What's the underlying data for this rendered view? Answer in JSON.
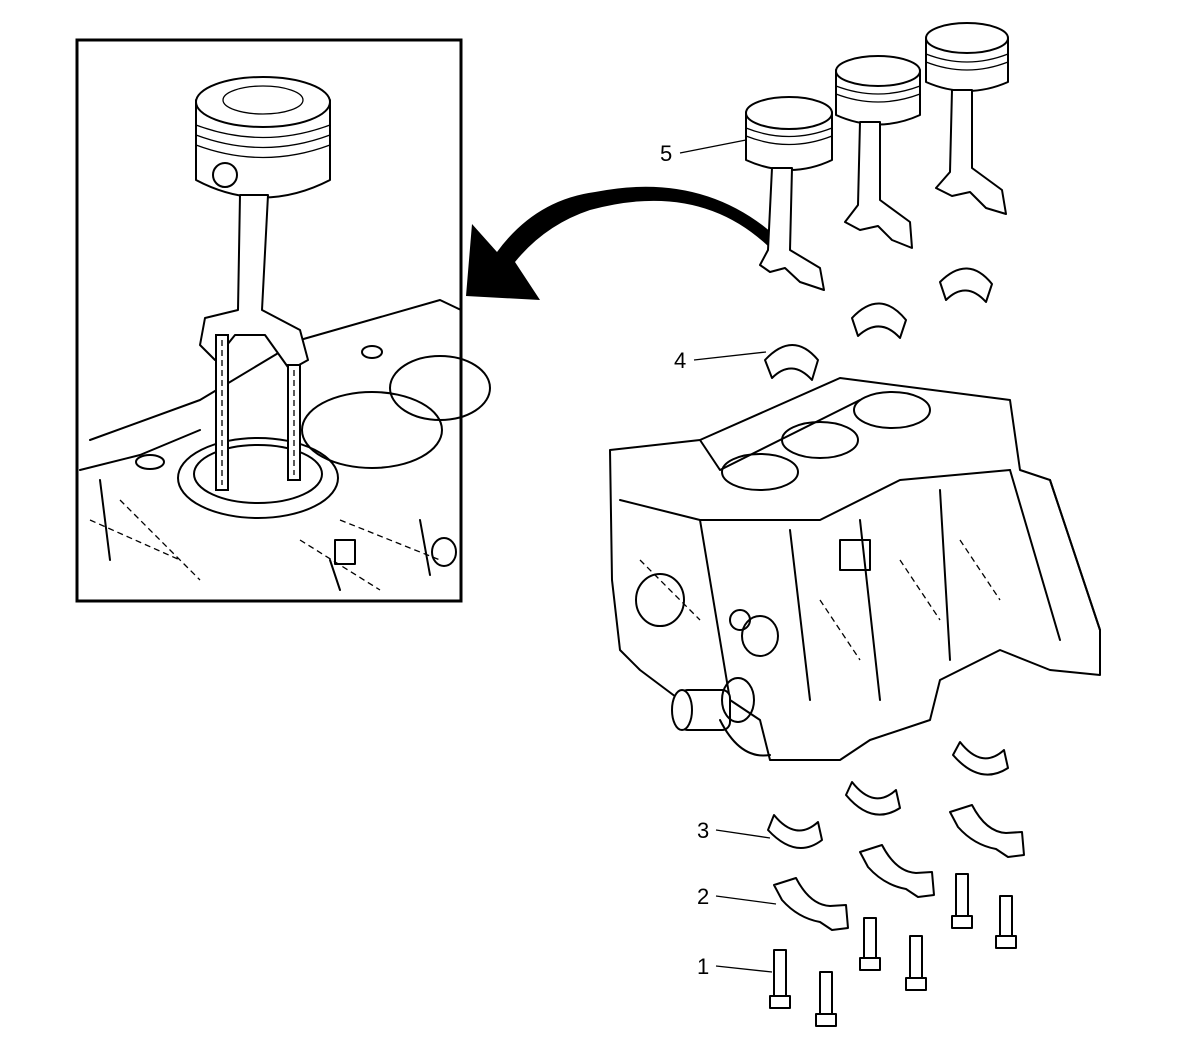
{
  "diagram": {
    "callouts": [
      {
        "id": "1",
        "text": "1"
      },
      {
        "id": "2",
        "text": "2"
      },
      {
        "id": "3",
        "text": "3"
      },
      {
        "id": "4",
        "text": "4"
      },
      {
        "id": "5",
        "text": "5"
      }
    ],
    "icons": {
      "detail_inset": "piston-rod-guide-detail",
      "arrow": "curved-arrow-left",
      "block": "engine-block-icon",
      "pistons": "piston-connecting-rod-icon",
      "bearings": "bearing-shell-icon",
      "caps": "main-bearing-cap-icon",
      "bolts": "cap-bolt-icon"
    },
    "colors": {
      "line": "#000000",
      "background": "#ffffff"
    }
  }
}
